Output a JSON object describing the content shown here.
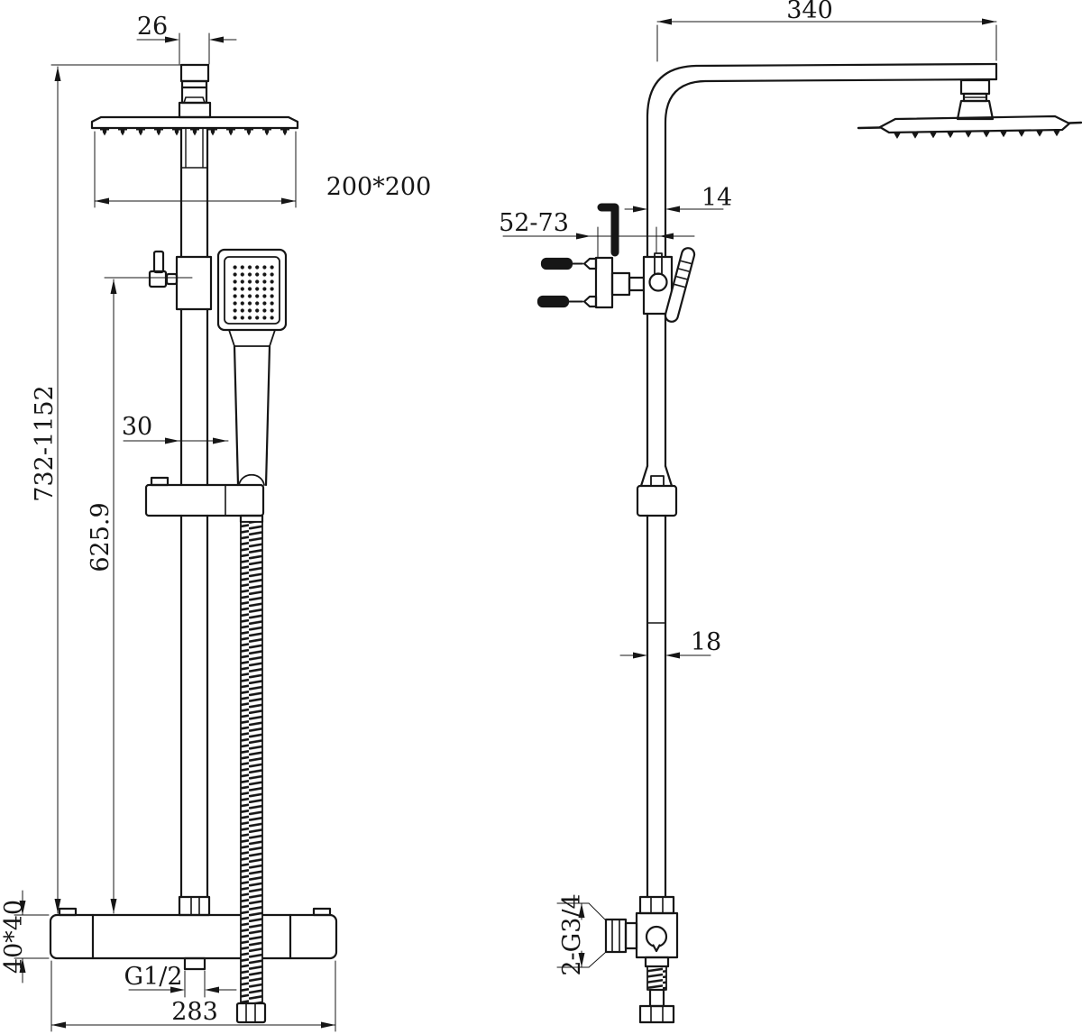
{
  "drawing": {
    "front_view": {
      "dim_pipe_cap_width": "26",
      "dim_head_size": "200*200",
      "dim_pipe_to_handle_offset": "30",
      "dim_overall_height_range": "732-1152",
      "dim_riser_height": "625.9",
      "dim_valve_body_section": "40*40",
      "dim_outlet_thread": "G1/2",
      "dim_valve_width": "283"
    },
    "side_view": {
      "dim_arm_reach": "340",
      "dim_arm_pipe_width": "14",
      "dim_wall_clearance_range": "52-73",
      "dim_pipe_diameter": "18",
      "dim_inlet_threads": "2-G3/4"
    }
  }
}
